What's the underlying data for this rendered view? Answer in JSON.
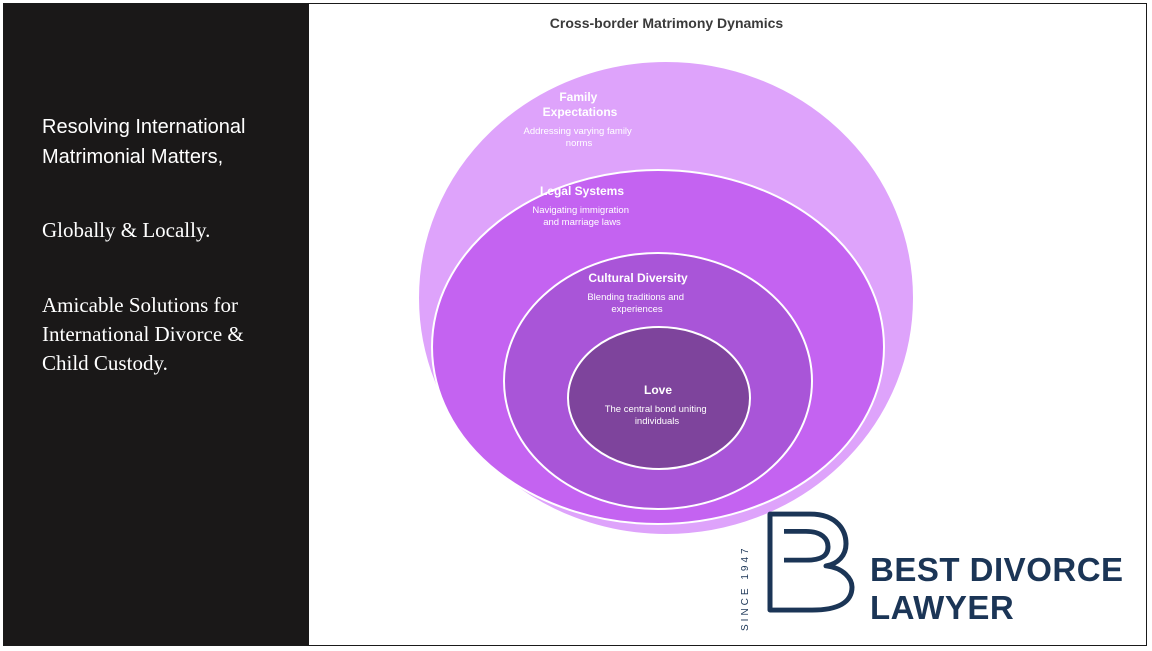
{
  "left_panel": {
    "line1": "Resolving International Matrimonial Matters,",
    "line2": "Globally & Locally.",
    "line3": "Amicable Solutions for International Divorce & Child Custody."
  },
  "diagram": {
    "title": "Cross-border Matrimony Dynamics",
    "rings": [
      {
        "title_lines": [
          "Family",
          "Expectations"
        ],
        "desc_lines": [
          "Addressing varying family",
          "norms"
        ],
        "color": "#dea3fb"
      },
      {
        "title_lines": [
          "Legal Systems"
        ],
        "desc_lines": [
          "Navigating immigration",
          "and marriage laws"
        ],
        "color": "#c463f1"
      },
      {
        "title_lines": [
          "Cultural Diversity"
        ],
        "desc_lines": [
          "Blending traditions and",
          "experiences"
        ],
        "color": "#a955d8"
      },
      {
        "title_lines": [
          "Love"
        ],
        "desc_lines": [
          "The central bond uniting",
          "individuals"
        ],
        "color": "#7e449c"
      }
    ]
  },
  "logo": {
    "since": "SINCE 1947",
    "brand_line1": "BEST DIVORCE",
    "brand_line2": "LAWYER",
    "brand_color": "#1b3556"
  }
}
